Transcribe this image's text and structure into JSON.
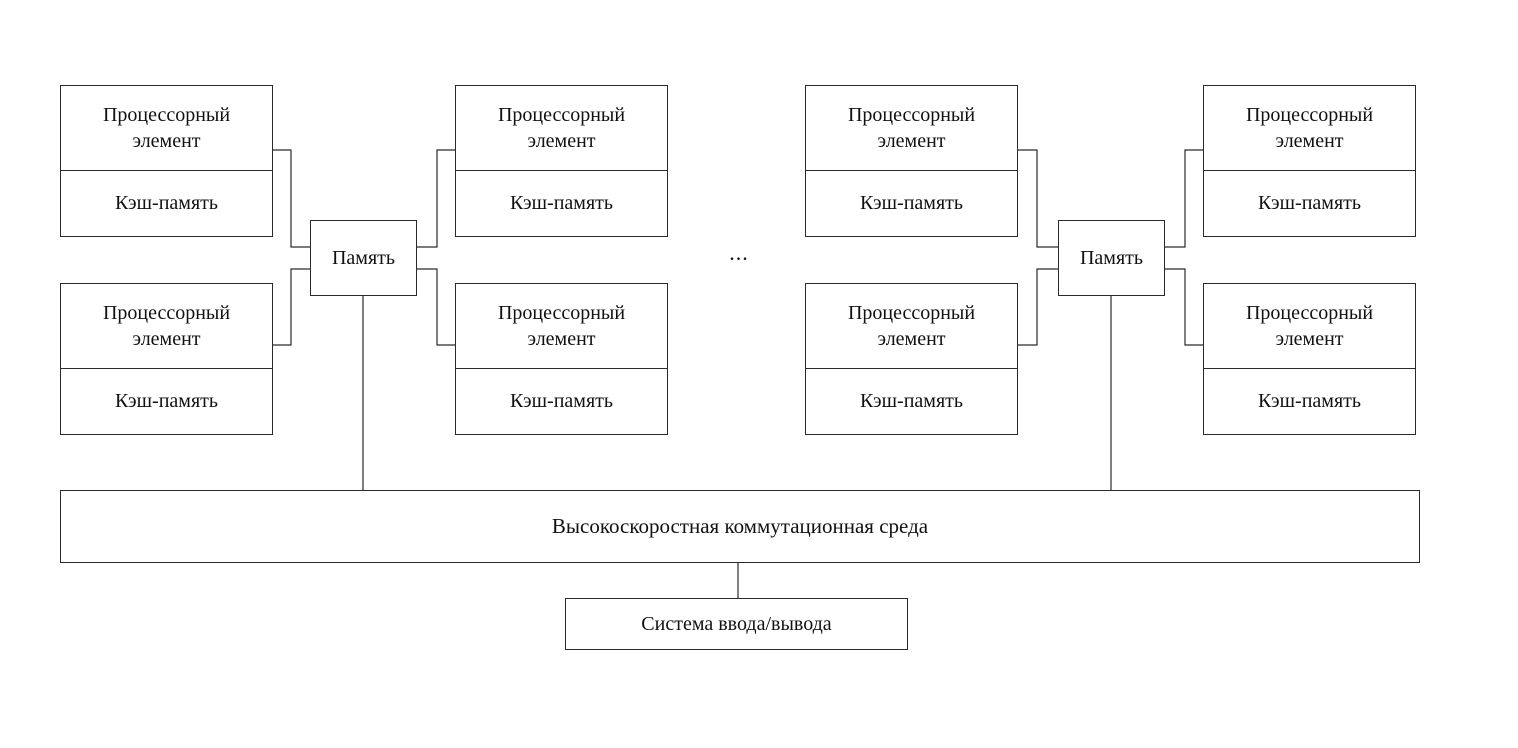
{
  "diagram": {
    "type": "architecture-block-diagram",
    "labels": {
      "processor_element": "Процессорный элемент",
      "cache": "Кэш-память",
      "memory": "Память",
      "switch_fabric": "Высокоскоростная коммутационная среда",
      "io_system": "Система ввода/вывода",
      "ellipsis": "..."
    },
    "structure": {
      "visible_clusters": 2,
      "processor_elements_per_cluster": 4,
      "memory_nodes_visible": 2,
      "more_clusters_implied_by_ellipsis": true
    },
    "colors": {
      "background": "#ffffff",
      "line": "#2a2a2a",
      "text": "#111111"
    }
  }
}
